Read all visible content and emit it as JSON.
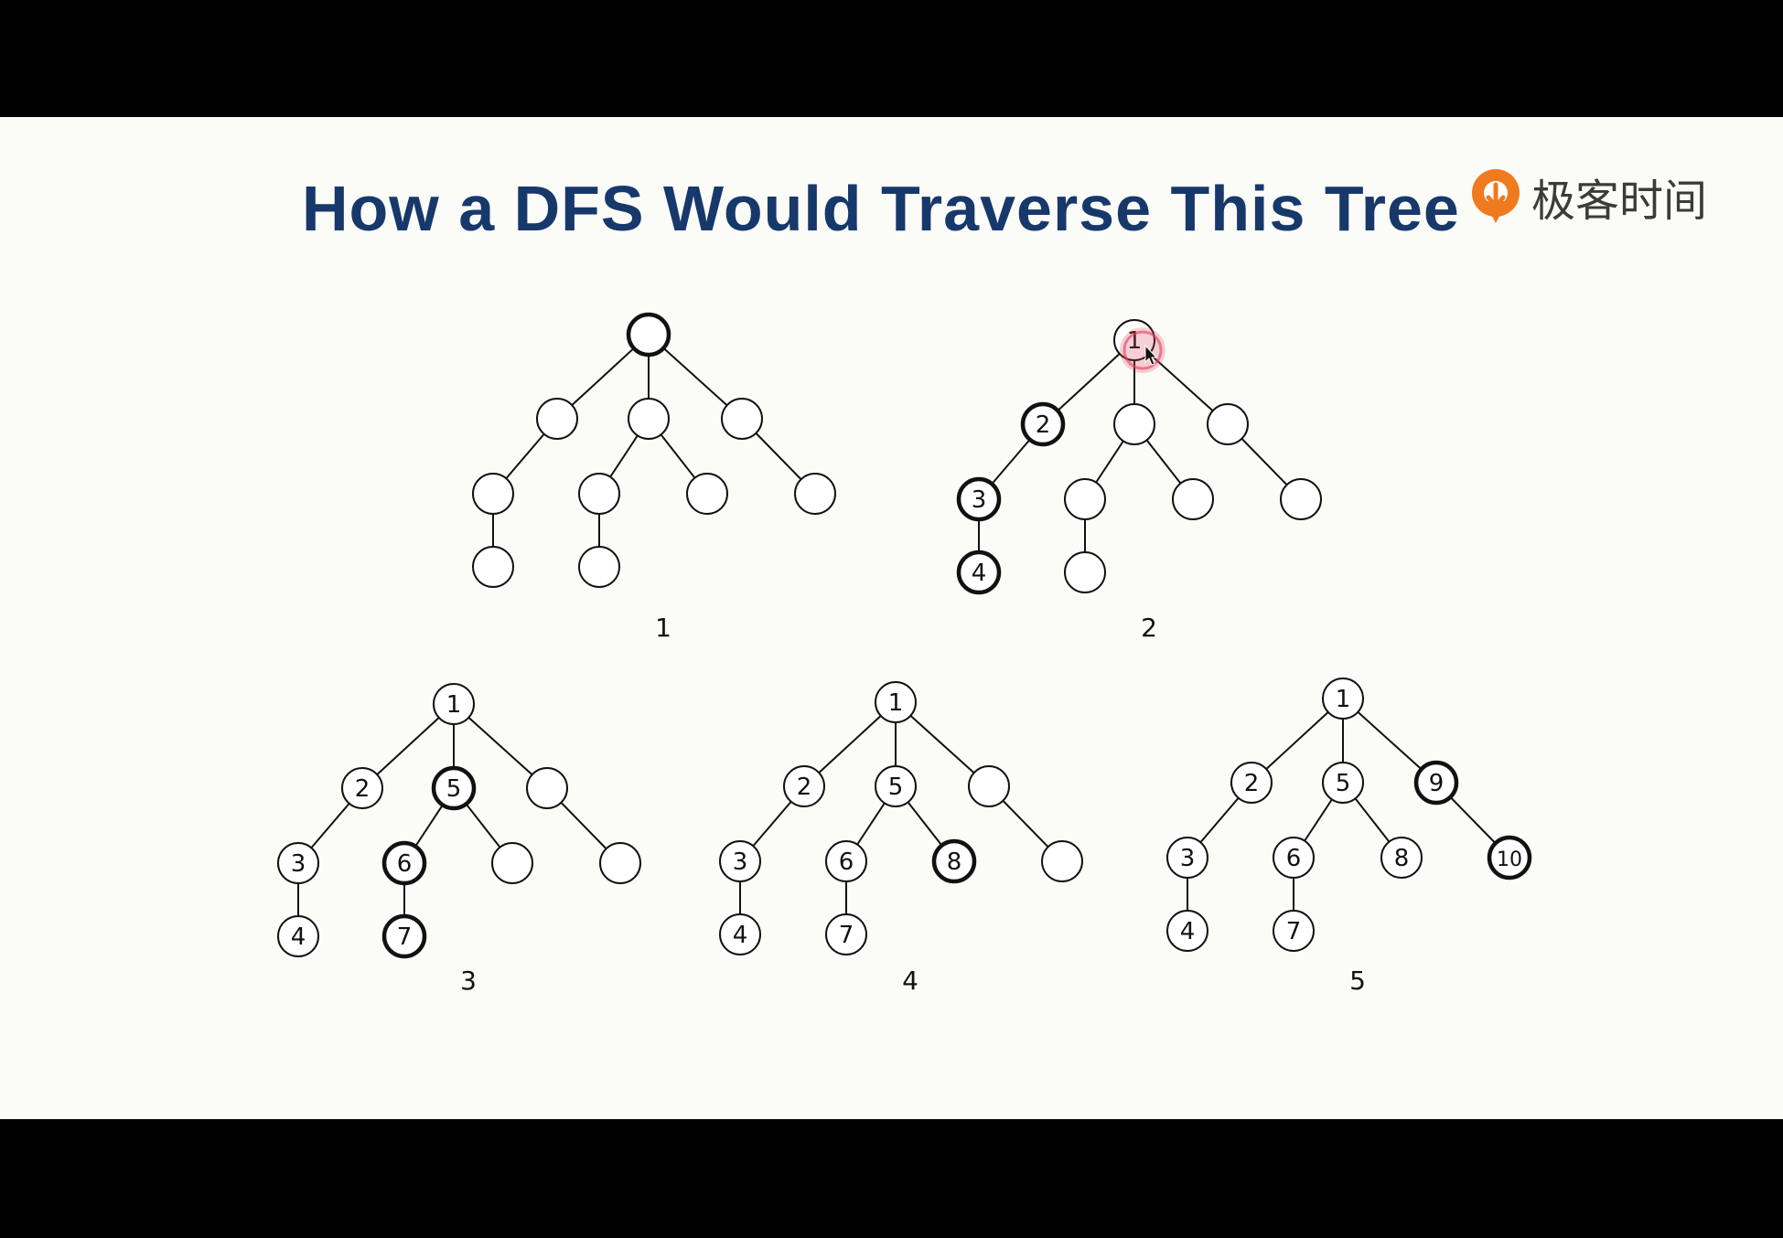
{
  "slide": {
    "title": "How a DFS Would Traverse This Tree",
    "brand_text": "极客时间"
  },
  "diagrams": [
    {
      "label": "1",
      "bold": [
        "r"
      ],
      "names": {}
    },
    {
      "label": "2",
      "bold": [
        "a",
        "a1",
        "a1c"
      ],
      "names": {
        "r": "1",
        "a": "2",
        "a1": "3",
        "a1c": "4"
      }
    },
    {
      "label": "3",
      "bold": [
        "b",
        "b1",
        "b1c"
      ],
      "names": {
        "r": "1",
        "a": "2",
        "a1": "3",
        "a1c": "4",
        "b": "5",
        "b1": "6",
        "b1c": "7"
      }
    },
    {
      "label": "4",
      "bold": [
        "b2"
      ],
      "names": {
        "r": "1",
        "a": "2",
        "a1": "3",
        "a1c": "4",
        "b": "5",
        "b1": "6",
        "b1c": "7",
        "b2": "8"
      }
    },
    {
      "label": "5",
      "bold": [
        "c",
        "c1"
      ],
      "names": {
        "r": "1",
        "a": "2",
        "a1": "3",
        "a1c": "4",
        "b": "5",
        "b1": "6",
        "b1c": "7",
        "b2": "8",
        "c": "9",
        "c1": "10"
      }
    }
  ],
  "colors": {
    "title": "#17386a",
    "slide_background": "#fbfbf8",
    "node_stroke": "#111111",
    "brand_orange": "#f07a1e",
    "cursor_highlight": "#e0405a"
  },
  "icons": [
    "geektime-logo-icon",
    "cursor-highlight-icon"
  ]
}
